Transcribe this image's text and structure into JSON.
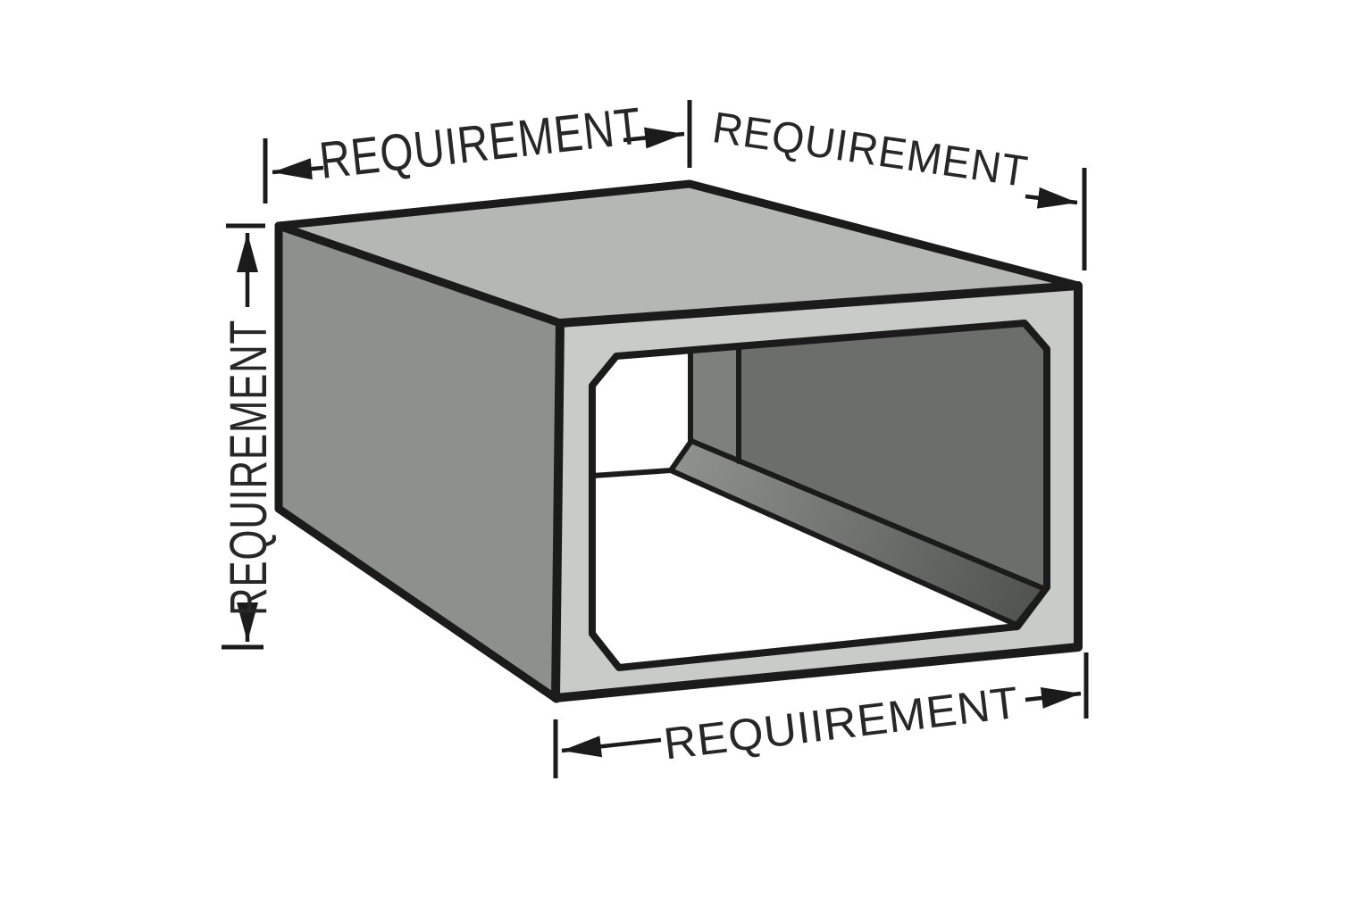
{
  "figure": {
    "description": "Technical line illustration of a precast rectangular box culvert (open-ended concrete duct) shown in perspective, with dimension arrows on four sides",
    "object": "box-culvert"
  },
  "labels": {
    "top_left": "REQUIREMENT",
    "top_right": "REQUIREMENT",
    "left": "REQUIREMENT",
    "bottom": "REQUIIREMENT"
  },
  "colors": {
    "background": "#ffffff",
    "outline": "#1b1b1b",
    "text": "#272727",
    "top_face": "#b5b7b4",
    "left_wall": "#8e908d",
    "front_frame": "#c9cbc8",
    "interior_right_wall": "#6b6e6b",
    "interior_back_panel": "#7d807d",
    "interior_chamfer_light": "#8f928f",
    "interior_chamfer_dark": "#4f524f",
    "interior_opening": "#ffffff"
  }
}
